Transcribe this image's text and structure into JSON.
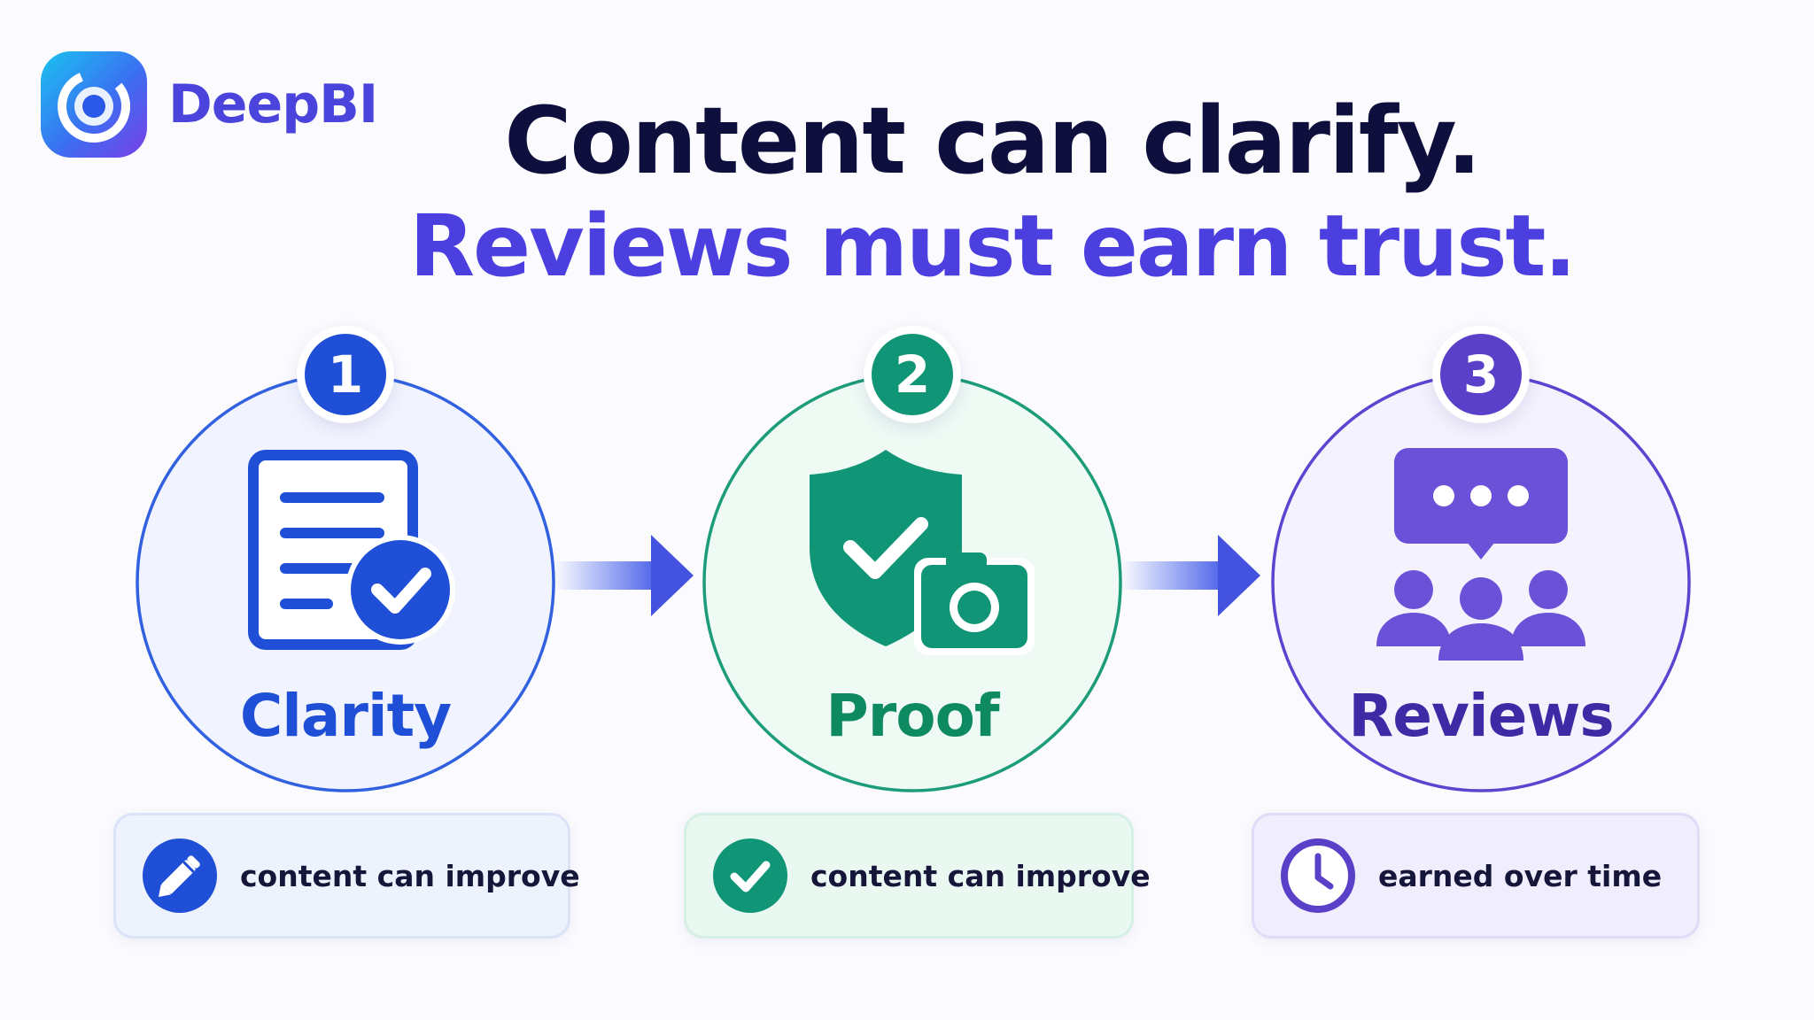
{
  "brand": {
    "name": "DeepBI"
  },
  "headline": {
    "line1": "Content can clarify.",
    "line2": "Reviews must earn trust."
  },
  "stages": [
    {
      "number": "1",
      "label": "Clarity",
      "icon": "document-check-icon",
      "color": "#1f4fd6",
      "note": {
        "text": "content can improve",
        "icon": "pencil-icon"
      }
    },
    {
      "number": "2",
      "label": "Proof",
      "icon": "shield-camera-icon",
      "color": "#109676",
      "note": {
        "text": "content can improve",
        "icon": "check-circle-icon"
      }
    },
    {
      "number": "3",
      "label": "Reviews",
      "icon": "chat-people-icon",
      "color": "#5a3fc9",
      "note": {
        "text": "earned over time",
        "icon": "clock-icon"
      }
    }
  ],
  "colors": {
    "headline_dark": "#0f0f3e",
    "headline_accent": "#4b3fe0",
    "clarity_blue": "#1f4fd6",
    "proof_green": "#109676",
    "reviews_purple": "#5a3fc9"
  }
}
